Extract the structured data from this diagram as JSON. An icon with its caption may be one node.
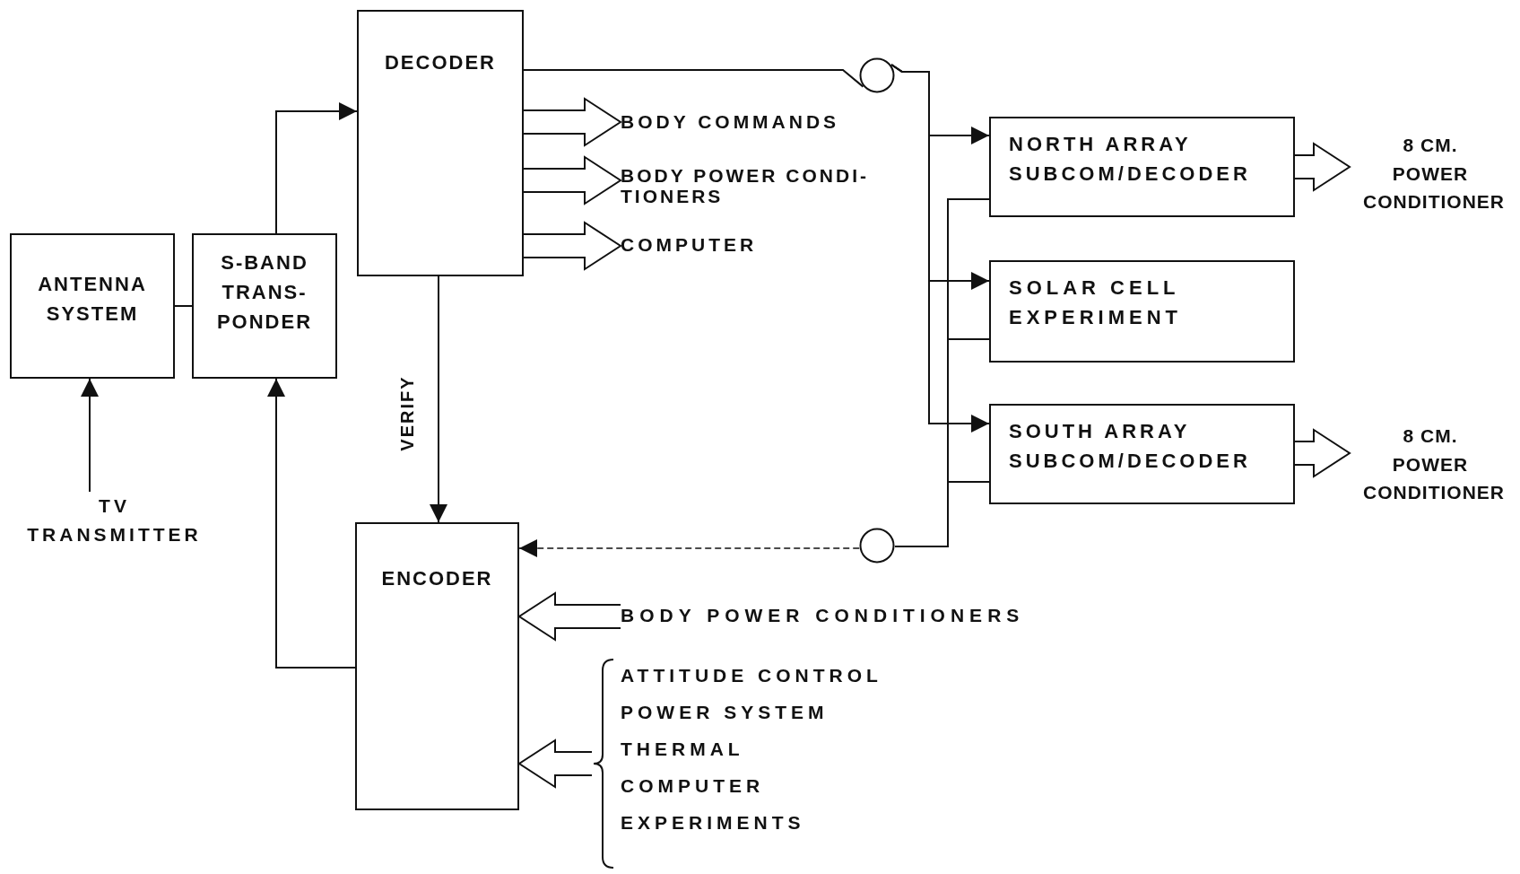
{
  "diagram": {
    "nodes": [
      {
        "text": [
          "ANTENNA SYSTEM"
        ]
      },
      {
        "text": [
          "S-BAND TRANS- PONDER"
        ]
      },
      {
        "text": [
          "DECODER"
        ]
      },
      {
        "text": [
          "ENCODER"
        ]
      },
      {
        "text": [
          "TV TRANSMITTER"
        ]
      },
      {
        "text": [
          "BODY COMMANDS"
        ]
      },
      {
        "text": [
          "BODY POWER CONDI- TIONERS"
        ]
      },
      {
        "text": [
          "COMPUTER"
        ]
      },
      {
        "text": [
          "NORTH ARRAY SUBCOM/DECODER"
        ]
      },
      {
        "text": [
          "SOLAR CELL EXPERIMENT"
        ]
      },
      {
        "text": [
          "SOUTH ARRAY SUBCOM/DECODER"
        ]
      },
      {
        "text": [
          "8 CM. POWER CONDITIONER"
        ]
      },
      {
        "text": [
          "8 CM. POWER CONDITIONER"
        ]
      },
      {
        "text": [
          "BODY POWER CONDITIONERS"
        ]
      },
      {
        "text": [
          "ATTITUDE CONTROL",
          "POWER SYSTEM",
          "THERMAL",
          "COMPUTER",
          "EXPERIMENTS"
        ]
      },
      {
        "text": [],
        "shape": "circle"
      },
      {
        "text": [],
        "shape": "circle"
      }
    ],
    "edges": [
      {
        "from": 0,
        "to": 1,
        "arrow": "none"
      },
      {
        "from": 4,
        "to": 0,
        "arrow": "to"
      },
      {
        "from": 1,
        "to": 2,
        "arrow": "to"
      },
      {
        "from": 3,
        "to": 1,
        "arrow": "to"
      },
      {
        "from": 2,
        "to": 3,
        "arrow": "to",
        "label": "VERIFY"
      },
      {
        "from": 2,
        "to": 5,
        "arrow": "to",
        "style": "thick"
      },
      {
        "from": 2,
        "to": 6,
        "arrow": "to",
        "style": "thick"
      },
      {
        "from": 2,
        "to": 7,
        "arrow": "to",
        "style": "thick"
      },
      {
        "from": 2,
        "to": 15,
        "arrow": "none"
      },
      {
        "from": 15,
        "to": 8,
        "arrow": "to"
      },
      {
        "from": 15,
        "to": 9,
        "arrow": "to"
      },
      {
        "from": 15,
        "to": 10,
        "arrow": "to"
      },
      {
        "from": 8,
        "to": 16,
        "arrow": "none"
      },
      {
        "from": 9,
        "to": 16,
        "arrow": "none"
      },
      {
        "from": 10,
        "to": 16,
        "arrow": "none"
      },
      {
        "from": 16,
        "to": 3,
        "arrow": "to",
        "style": "dashed"
      },
      {
        "from": 8,
        "to": 11,
        "arrow": "to",
        "style": "thick"
      },
      {
        "from": 10,
        "to": 12,
        "arrow": "to",
        "style": "thick"
      },
      {
        "from": 13,
        "to": 3,
        "arrow": "to",
        "style": "thick"
      },
      {
        "from": 14,
        "to": 3,
        "arrow": "to",
        "style": "thick"
      }
    ]
  }
}
